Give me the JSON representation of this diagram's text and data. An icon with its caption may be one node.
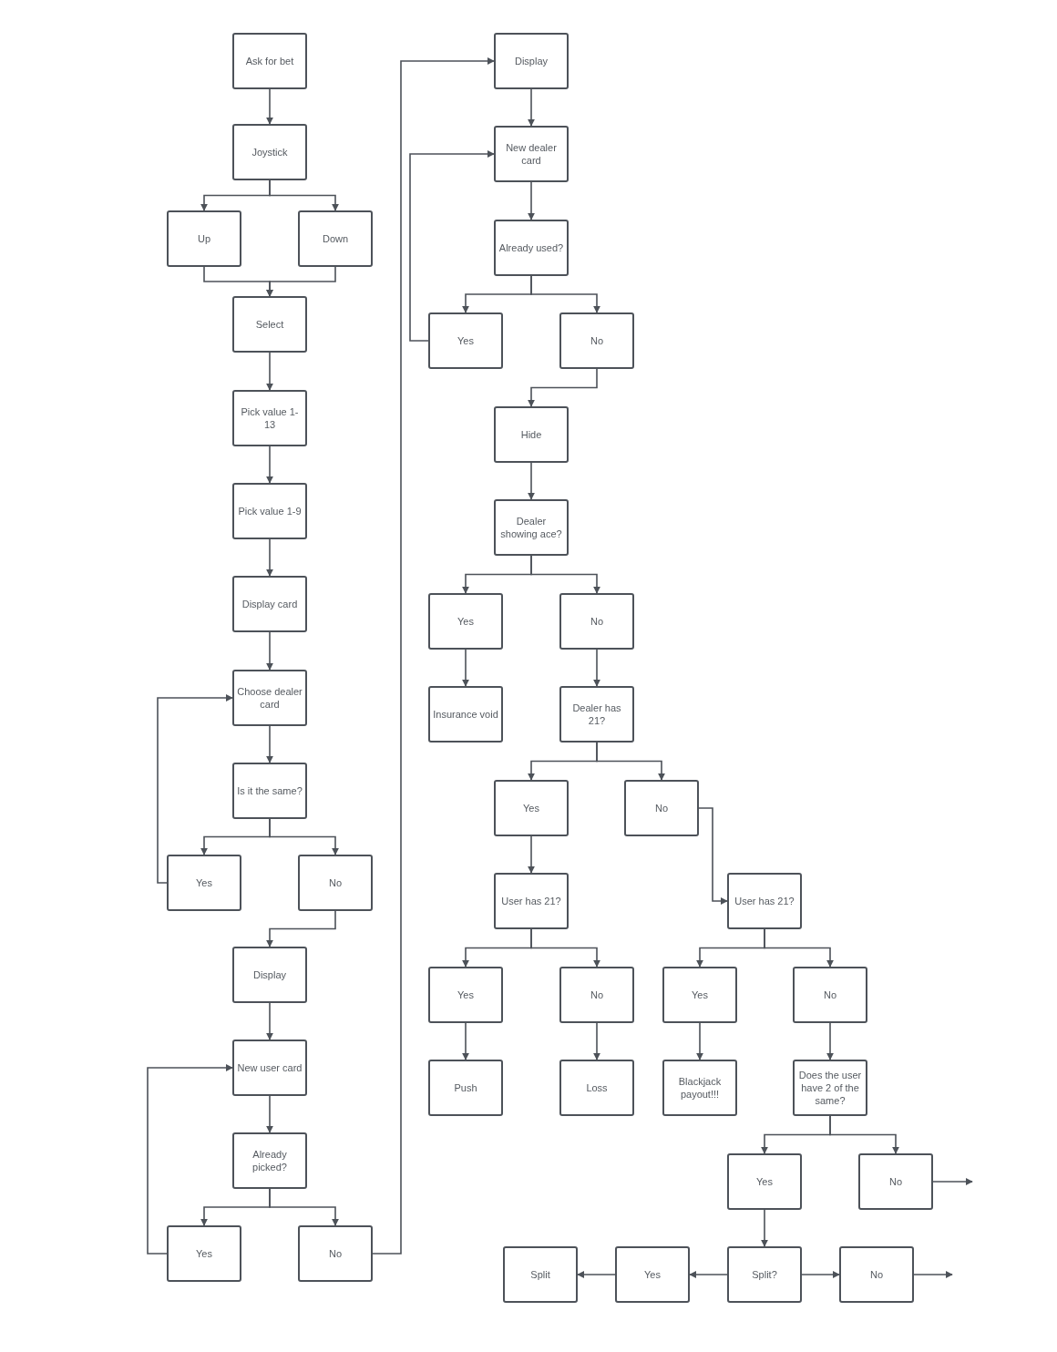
{
  "diagram": {
    "nodes": [
      {
        "text": [
          "Ask for bet"
        ]
      },
      {
        "text": [
          "Joystick"
        ]
      },
      {
        "text": [
          "Up"
        ]
      },
      {
        "text": [
          "Down"
        ]
      },
      {
        "text": [
          "Select"
        ]
      },
      {
        "text": [
          "Pick value 1-13"
        ]
      },
      {
        "text": [
          "Pick value 1-9"
        ]
      },
      {
        "text": [
          "Display card"
        ]
      },
      {
        "text": [
          "Choose dealer card"
        ]
      },
      {
        "text": [
          "Is it the same?"
        ]
      },
      {
        "text": [
          "Yes"
        ]
      },
      {
        "text": [
          "No"
        ]
      },
      {
        "text": [
          "Display"
        ]
      },
      {
        "text": [
          "New user card"
        ]
      },
      {
        "text": [
          "Already picked?"
        ]
      },
      {
        "text": [
          "Yes"
        ]
      },
      {
        "text": [
          "No"
        ]
      },
      {
        "text": [
          "Display"
        ]
      },
      {
        "text": [
          "New dealer card"
        ]
      },
      {
        "text": [
          "Already used?"
        ]
      },
      {
        "text": [
          "Yes"
        ]
      },
      {
        "text": [
          "No"
        ]
      },
      {
        "text": [
          "Hide"
        ]
      },
      {
        "text": [
          "Dealer showing ace?"
        ]
      },
      {
        "text": [
          "Yes"
        ]
      },
      {
        "text": [
          "No"
        ]
      },
      {
        "text": [
          "Insurance void"
        ]
      },
      {
        "text": [
          "Dealer has 21?"
        ]
      },
      {
        "text": [
          "Yes"
        ]
      },
      {
        "text": [
          "No"
        ]
      },
      {
        "text": [
          "User has 21?"
        ]
      },
      {
        "text": [
          "User has 21?"
        ]
      },
      {
        "text": [
          "Yes"
        ]
      },
      {
        "text": [
          "No"
        ]
      },
      {
        "text": [
          "Yes"
        ]
      },
      {
        "text": [
          "No"
        ]
      },
      {
        "text": [
          "Push"
        ]
      },
      {
        "text": [
          "Loss"
        ]
      },
      {
        "text": [
          "Blackjack payout!!!"
        ]
      },
      {
        "text": [
          "Does the user have 2 of the same?"
        ]
      },
      {
        "text": [
          "Yes"
        ]
      },
      {
        "text": [
          "No"
        ]
      },
      {
        "text": [
          "Split?"
        ]
      },
      {
        "text": [
          "Yes"
        ]
      },
      {
        "text": [
          "Split"
        ]
      },
      {
        "text": [
          "No"
        ]
      }
    ],
    "edges": [
      {
        "from": 0,
        "to": 1,
        "arrow": "to"
      },
      {
        "from": 1,
        "to": 2,
        "arrow": "to"
      },
      {
        "from": 1,
        "to": 3,
        "arrow": "to"
      },
      {
        "from": 2,
        "to": 4,
        "arrow": "to"
      },
      {
        "from": 3,
        "to": 4,
        "arrow": "to"
      },
      {
        "from": 4,
        "to": 5,
        "arrow": "to"
      },
      {
        "from": 5,
        "to": 6,
        "arrow": "to"
      },
      {
        "from": 6,
        "to": 7,
        "arrow": "to"
      },
      {
        "from": 7,
        "to": 8,
        "arrow": "to"
      },
      {
        "from": 8,
        "to": 9,
        "arrow": "to"
      },
      {
        "from": 9,
        "to": 10,
        "arrow": "to"
      },
      {
        "from": 9,
        "to": 11,
        "arrow": "to"
      },
      {
        "from": 10,
        "to": 8,
        "arrow": "to"
      },
      {
        "from": 11,
        "to": 12,
        "arrow": "to"
      },
      {
        "from": 12,
        "to": 13,
        "arrow": "to"
      },
      {
        "from": 13,
        "to": 14,
        "arrow": "to"
      },
      {
        "from": 14,
        "to": 15,
        "arrow": "to"
      },
      {
        "from": 14,
        "to": 16,
        "arrow": "to"
      },
      {
        "from": 15,
        "to": 13,
        "arrow": "to"
      },
      {
        "from": 16,
        "to": 17,
        "arrow": "to"
      },
      {
        "from": 17,
        "to": 18,
        "arrow": "to"
      },
      {
        "from": 18,
        "to": 19,
        "arrow": "to"
      },
      {
        "from": 19,
        "to": 20,
        "arrow": "to"
      },
      {
        "from": 19,
        "to": 21,
        "arrow": "to"
      },
      {
        "from": 20,
        "to": 18,
        "arrow": "to"
      },
      {
        "from": 21,
        "to": 22,
        "arrow": "to"
      },
      {
        "from": 22,
        "to": 23,
        "arrow": "to"
      },
      {
        "from": 23,
        "to": 24,
        "arrow": "to"
      },
      {
        "from": 23,
        "to": 25,
        "arrow": "to"
      },
      {
        "from": 24,
        "to": 26,
        "arrow": "to"
      },
      {
        "from": 25,
        "to": 27,
        "arrow": "to"
      },
      {
        "from": 27,
        "to": 28,
        "arrow": "to"
      },
      {
        "from": 27,
        "to": 29,
        "arrow": "to"
      },
      {
        "from": 28,
        "to": 30,
        "arrow": "to"
      },
      {
        "from": 29,
        "to": 31,
        "arrow": "to"
      },
      {
        "from": 30,
        "to": 32,
        "arrow": "to"
      },
      {
        "from": 30,
        "to": 33,
        "arrow": "to"
      },
      {
        "from": 31,
        "to": 34,
        "arrow": "to"
      },
      {
        "from": 31,
        "to": 35,
        "arrow": "to"
      },
      {
        "from": 32,
        "to": 36,
        "arrow": "to"
      },
      {
        "from": 33,
        "to": 37,
        "arrow": "to"
      },
      {
        "from": 34,
        "to": 38,
        "arrow": "to"
      },
      {
        "from": 35,
        "to": 39,
        "arrow": "to"
      },
      {
        "from": 39,
        "to": 40,
        "arrow": "to"
      },
      {
        "from": 39,
        "to": 41,
        "arrow": "to"
      },
      {
        "from": 40,
        "to": 42,
        "arrow": "to"
      },
      {
        "from": 41,
        "to": null,
        "arrow": "to"
      },
      {
        "from": 42,
        "to": 43,
        "arrow": "to"
      },
      {
        "from": 43,
        "to": 44,
        "arrow": "to"
      },
      {
        "from": 42,
        "to": 45,
        "arrow": "to"
      },
      {
        "from": 45,
        "to": null,
        "arrow": "to"
      }
    ]
  }
}
